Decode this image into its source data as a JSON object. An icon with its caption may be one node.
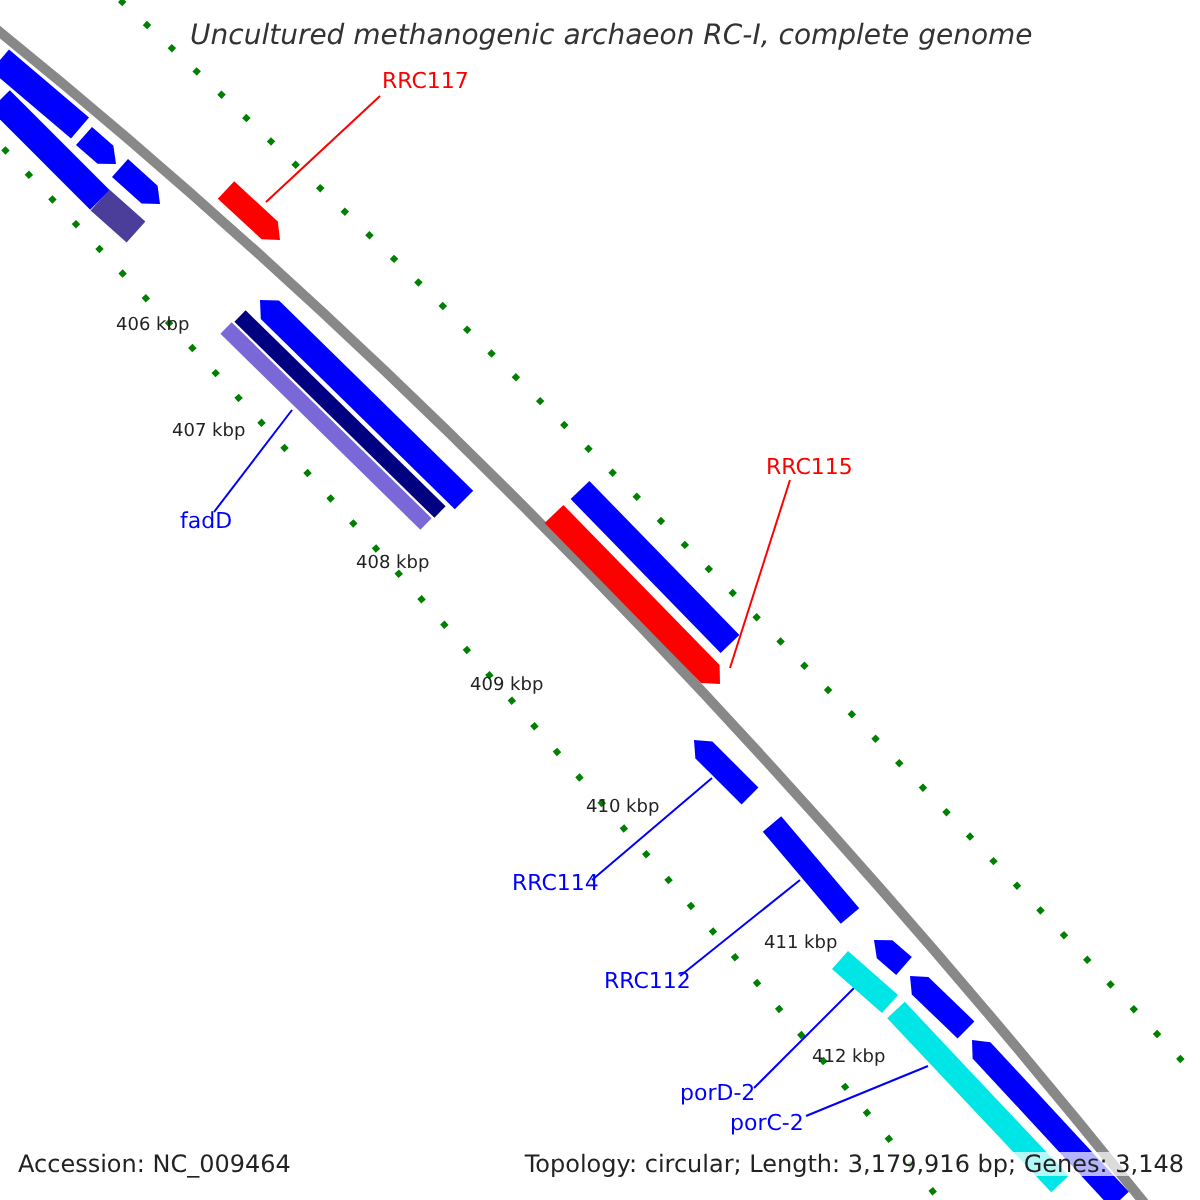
{
  "diagram": {
    "title": "Uncultured methanogenic archaeon RC-I, complete genome",
    "nodes": [
      {
        "text": [
          "RRC117"
        ]
      },
      {
        "text": [],
        "shape": "bar"
      },
      {
        "text": [
          "RRC115"
        ]
      },
      {
        "text": [],
        "shape": "bar"
      },
      {
        "text": [
          "fadD"
        ]
      },
      {
        "text": [],
        "shape": "bar"
      },
      {
        "text": [
          "RRC114"
        ]
      },
      {
        "text": [],
        "shape": "bar"
      },
      {
        "text": [
          "RRC112"
        ]
      },
      {
        "text": [],
        "shape": "bar"
      },
      {
        "text": [
          "porD-2"
        ]
      },
      {
        "text": [],
        "shape": "bar"
      },
      {
        "text": [
          "porC-2"
        ]
      },
      {
        "text": [],
        "shape": "bar"
      }
    ],
    "edges": [
      {
        "from": 0,
        "to": 1,
        "arrow": "none",
        "color": "#ff0000"
      },
      {
        "from": 2,
        "to": 3,
        "arrow": "none",
        "color": "#ff0000"
      },
      {
        "from": 4,
        "to": 5,
        "arrow": "none"
      },
      {
        "from": 6,
        "to": 7,
        "arrow": "none"
      },
      {
        "from": 8,
        "to": 9,
        "arrow": "none"
      },
      {
        "from": 10,
        "to": 11,
        "arrow": "none"
      },
      {
        "from": 12,
        "to": 13,
        "arrow": "none"
      }
    ],
    "labels": [
      "406 kbp",
      "407 kbp",
      "408 kbp",
      "409 kbp",
      "410 kbp",
      "411 kbp",
      "412 kbp",
      "Accession: NC_009464",
      "Topology: circular; Length: 3,179,916 bp; Genes: 3,148"
    ]
  }
}
